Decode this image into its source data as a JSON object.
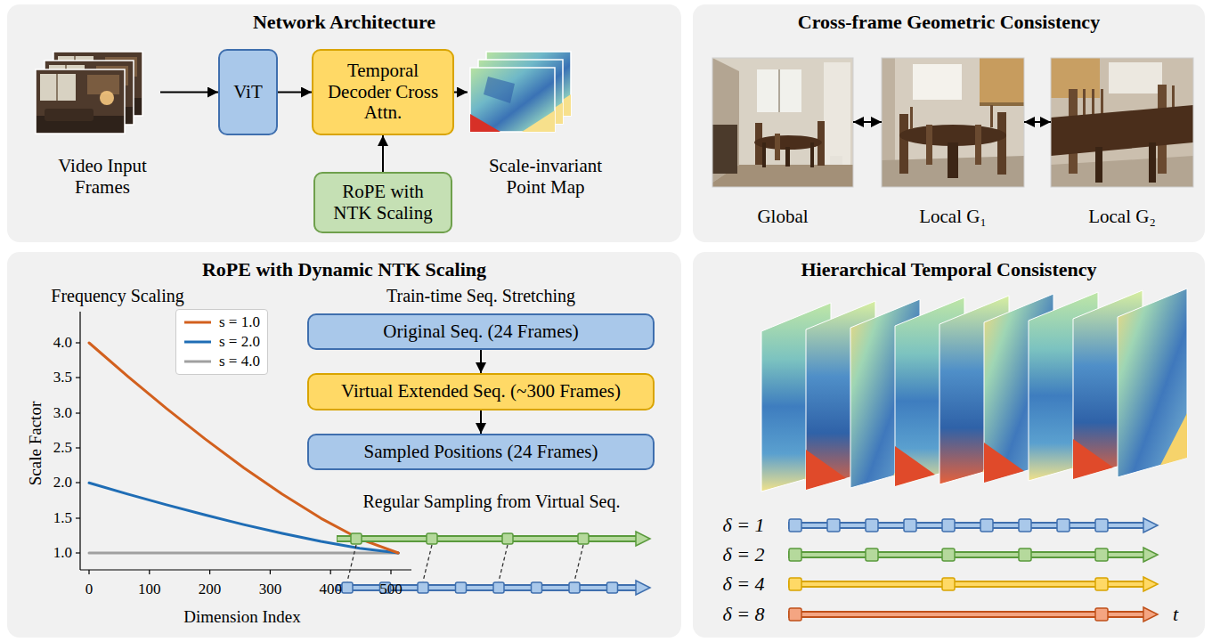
{
  "diagram": {
    "nodes": [
      {
        "text": [
          "Network Architecture"
        ]
      },
      {
        "text": [
          "Video Input Frames"
        ],
        "in": 0
      },
      {
        "text": [
          "ViT"
        ],
        "in": 0
      },
      {
        "text": [
          "Temporal Decoder Cross Attn."
        ],
        "in": 0
      },
      {
        "text": [
          "RoPE with NTK Scaling"
        ],
        "in": 0
      },
      {
        "text": [
          "Scale-invariant Point Map"
        ],
        "in": 0
      },
      {
        "text": [
          "Cross-frame Geometric Consistency"
        ]
      },
      {
        "text": [
          "Global"
        ],
        "in": 6
      },
      {
        "text": [
          "Local G₁"
        ],
        "in": 6
      },
      {
        "text": [
          "Local G₂"
        ],
        "in": 6
      },
      {
        "text": [
          "RoPE with Dynamic NTK Scaling"
        ]
      },
      {
        "text": [
          "Original Seq. (24 Frames)"
        ],
        "in": 10
      },
      {
        "text": [
          "Virtual Extended Seq. (~300 Frames)"
        ],
        "in": 10
      },
      {
        "text": [
          "Sampled Positions (24 Frames)"
        ],
        "in": 10
      },
      {
        "text": [
          "Hierarchical Temporal Consistency"
        ]
      }
    ],
    "edges": [
      {
        "from": 1,
        "to": 2,
        "arrow": "to"
      },
      {
        "from": 2,
        "to": 3,
        "arrow": "to"
      },
      {
        "from": 4,
        "to": 3,
        "arrow": "to"
      },
      {
        "from": 3,
        "to": 5,
        "arrow": "to"
      },
      {
        "from": 7,
        "to": 8,
        "arrow": "both"
      },
      {
        "from": 8,
        "to": 9,
        "arrow": "both"
      },
      {
        "from": 11,
        "to": 12,
        "arrow": "to"
      },
      {
        "from": 12,
        "to": 13,
        "arrow": "to"
      }
    ],
    "labels": [
      "Frequency Scaling",
      "Scale Factor",
      "Dimension Index",
      "1.0",
      "1.5",
      "2.0",
      "2.5",
      "3.0",
      "3.5",
      "4.0",
      "0",
      "100",
      "200",
      "300",
      "400",
      "500",
      "Train-time Seq. Stretching",
      "Regular Sampling from Virtual Seq.",
      "δ = 1",
      "δ = 2",
      "δ = 4",
      "δ = 8",
      "t"
    ],
    "legend": [
      {
        "text": "s = 1.0"
      },
      {
        "text": "s = 2.0"
      },
      {
        "text": "s = 4.0"
      }
    ]
  }
}
